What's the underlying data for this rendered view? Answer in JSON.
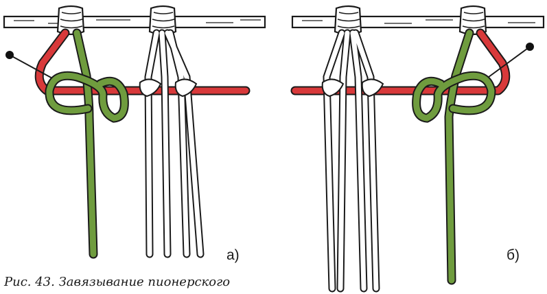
{
  "figure": {
    "caption": "Рис. 43. Завязывание пионерского",
    "panels": [
      {
        "label": "а)"
      },
      {
        "label": "б)"
      }
    ]
  },
  "colors": {
    "background": "#ffffff",
    "outline": "#1a1a1a",
    "red_cord": "#d8393a",
    "green_cord": "#6f9c3e",
    "white_cord": "#ffffff",
    "pin_head": "#111111"
  }
}
